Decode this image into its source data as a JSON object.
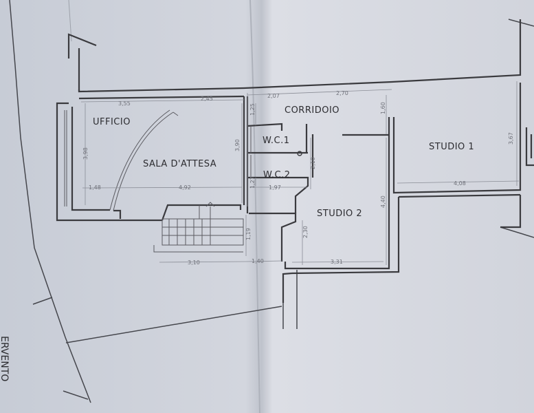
{
  "plan": {
    "rooms": {
      "ufficio": "UFFICIO",
      "sala_attesa": "SALA D'ATTESA",
      "corridoio": "CORRIDOIO",
      "wc1": "W.C.1",
      "wc2": "W.C.2",
      "studio1": "STUDIO 1",
      "studio2": "STUDIO 2"
    },
    "dimensions": {
      "d355": "3,55",
      "d245": "2,45",
      "d207": "2,07",
      "d270": "2,70",
      "d125": "1,25",
      "d160": "1,60",
      "d367": "3,67",
      "d398": "3,98",
      "d390": "3,90",
      "d210": "2,10",
      "d148": "1,48",
      "d492": "4,92",
      "d197": "1,97",
      "d408": "4,08",
      "d440": "4,40",
      "d230": "2,30",
      "d119": "1,19",
      "d310": "3,10",
      "d140": "1,40",
      "d331": "3,31",
      "d127": "1,27"
    },
    "street_partial": "ERVENTO"
  }
}
